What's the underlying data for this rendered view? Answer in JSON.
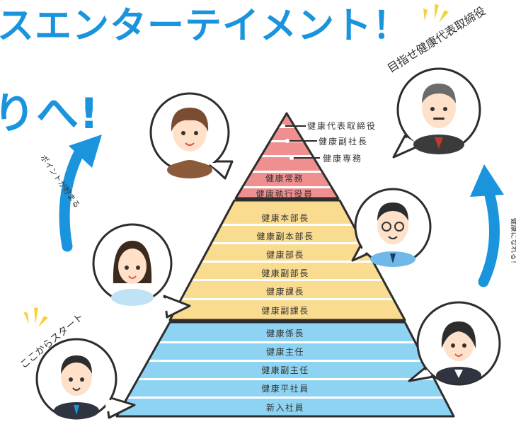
{
  "headline": {
    "line1": "スエンターテイメント！",
    "line2": "りへ!"
  },
  "labels": {
    "goal": "目指せ健康代表取締役",
    "start": "ここからスタート",
    "points": "ポイントが貯まる",
    "health": "健康になれる！"
  },
  "pyramid": {
    "top_callouts": [
      "健康代表取締役",
      "健康副社長",
      "健康専務"
    ],
    "red_tier": [
      "健康常務",
      "健康執行役員"
    ],
    "yellow_tier": [
      "健康本部長",
      "健康副本部長",
      "健康部長",
      "健康副部長",
      "健康課長",
      "健康副課長"
    ],
    "blue_tier": [
      "健康係長",
      "健康主任",
      "健康副主任",
      "健康平社員",
      "新入社員"
    ]
  },
  "colors": {
    "accent_blue": "#1a94dd",
    "red_tier": "#f08f8f",
    "yellow_tier": "#f9dc8f",
    "blue_tier": "#8fd3f2",
    "outline": "#2d2d2d"
  }
}
